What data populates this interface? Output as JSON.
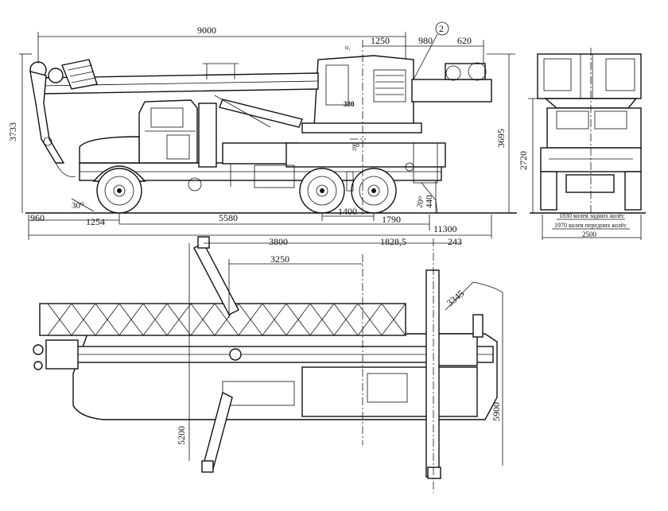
{
  "drawing": {
    "side_view": {
      "callout": "2",
      "dims": {
        "overall_length": "9000",
        "boom_head_offset": "1250",
        "dim_980": "980",
        "dim_620": "620",
        "left_height": "3733",
        "right_height": "3695",
        "wheel_offset": "440",
        "front_overhang": "960",
        "front_dim": "1254",
        "wheelbase": "5580",
        "rear_axle_spacing": "1400",
        "rear_dim": "1790",
        "total_length": "11300",
        "small_dim": "200",
        "front_angle": "30⁰",
        "rear_angle": "20⁰",
        "o_label": "o₁",
        "o_label2": "o"
      }
    },
    "front_view": {
      "height": "2720",
      "rear_track": "1830 колея задних колёс",
      "front_track": "1970 колея передних колёс",
      "width": "2500"
    },
    "top_view": {
      "dims": {
        "d3800": "3800",
        "d1828": "1828,5",
        "d243": "243",
        "d3250": "3250",
        "d3345": "3345",
        "d5200": "5200",
        "d5900": "5900"
      }
    }
  }
}
